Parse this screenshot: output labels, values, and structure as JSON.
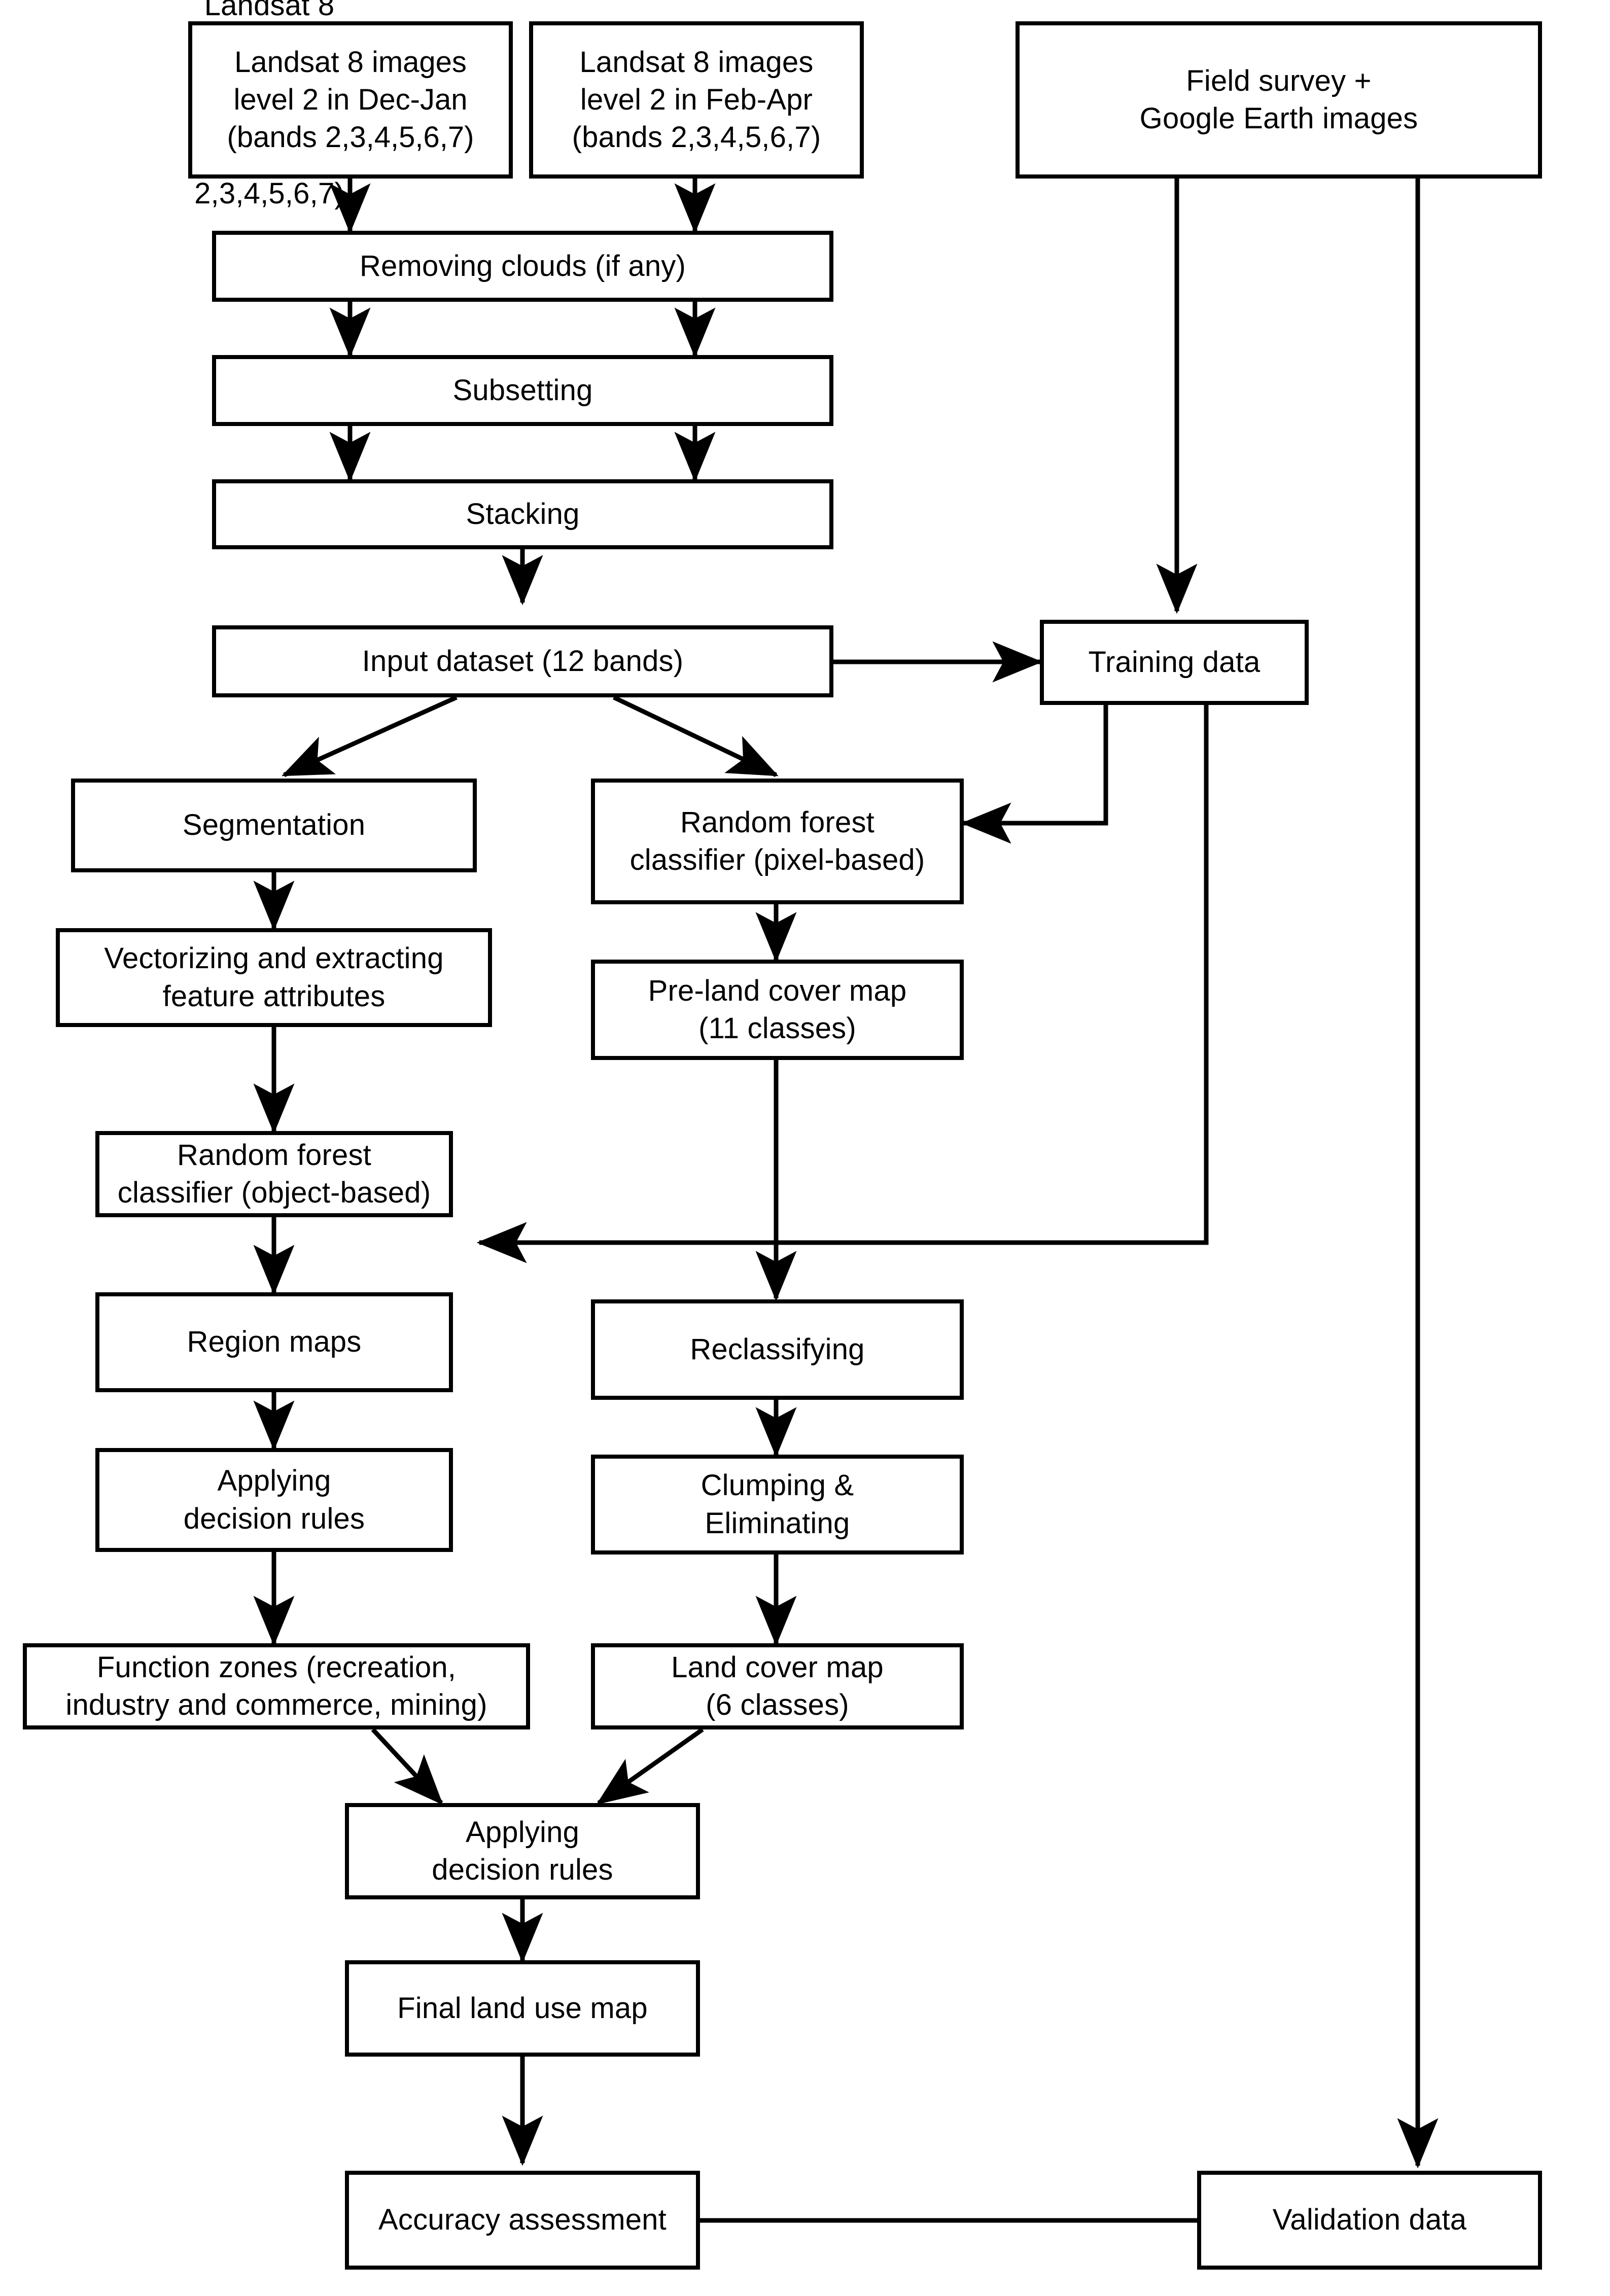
{
  "diagram": {
    "title": "Land use mapping workflow flowchart",
    "stroke_color": "#000000",
    "fill_color": "#ffffff",
    "background": "#ffffff"
  },
  "nodes": {
    "landsat_dec_jan": "Landsat 8 images\nlevel 2 in Dec-Jan\n(bands 2,3,4,5,6,7)",
    "landsat_feb_apr": "Landsat 8 images\nlevel 2 in Feb-Apr\n(bands 2,3,4,5,6,7)",
    "field_survey": "Field survey +\nGoogle Earth images",
    "removing_clouds": "Removing clouds (if any)",
    "subsetting": "Subsetting",
    "stacking": "Stacking",
    "input_dataset": "Input dataset (12 bands)",
    "training_data": "Training data",
    "segmentation": "Segmentation",
    "rf_pixel": "Random forest\nclassifier (pixel-based)",
    "vectorizing": "Vectorizing and extracting\nfeature attributes",
    "pre_land_cover": "Pre-land cover map\n(11 classes)",
    "rf_object": "Random forest\nclassifier (object-based)",
    "region_maps": "Region maps",
    "reclassifying": "Reclassifying",
    "applying_rules_left": "Applying\ndecision rules",
    "clumping": "Clumping &\nEliminating",
    "function_zones": "Function zones (recreation,\nindustry and commerce, mining)",
    "land_cover_map": "Land cover map\n(6 classes)",
    "applying_rules_merge": "Applying\ndecision rules",
    "final_land_use": "Final land use map",
    "accuracy_assessment": "Accuracy assessment",
    "validation_data": "Validation data"
  },
  "edges": [
    {
      "from": "landsat_dec_jan",
      "to": "removing_clouds",
      "kind": "arrow"
    },
    {
      "from": "landsat_feb_apr",
      "to": "removing_clouds",
      "kind": "arrow"
    },
    {
      "from": "removing_clouds",
      "to": "subsetting",
      "kind": "arrow-left"
    },
    {
      "from": "removing_clouds",
      "to": "subsetting",
      "kind": "arrow-right"
    },
    {
      "from": "subsetting",
      "to": "stacking",
      "kind": "arrow-left"
    },
    {
      "from": "subsetting",
      "to": "stacking",
      "kind": "arrow-right"
    },
    {
      "from": "stacking",
      "to": "input_dataset",
      "kind": "arrow"
    },
    {
      "from": "input_dataset",
      "to": "training_data",
      "kind": "arrow"
    },
    {
      "from": "input_dataset",
      "to": "segmentation",
      "kind": "arrow-diagonal"
    },
    {
      "from": "input_dataset",
      "to": "rf_pixel",
      "kind": "arrow-diagonal"
    },
    {
      "from": "field_survey",
      "to": "training_data",
      "kind": "arrow"
    },
    {
      "from": "field_survey",
      "to": "validation_data",
      "kind": "arrow"
    },
    {
      "from": "training_data",
      "to": "rf_pixel",
      "kind": "elbow-arrow"
    },
    {
      "from": "training_data",
      "to": "rf_object",
      "kind": "elbow-arrow"
    },
    {
      "from": "segmentation",
      "to": "vectorizing",
      "kind": "arrow"
    },
    {
      "from": "rf_pixel",
      "to": "pre_land_cover",
      "kind": "arrow"
    },
    {
      "from": "vectorizing",
      "to": "rf_object",
      "kind": "arrow"
    },
    {
      "from": "pre_land_cover",
      "to": "reclassifying",
      "kind": "arrow"
    },
    {
      "from": "rf_object",
      "to": "region_maps",
      "kind": "arrow"
    },
    {
      "from": "region_maps",
      "to": "applying_rules_left",
      "kind": "arrow"
    },
    {
      "from": "reclassifying",
      "to": "clumping",
      "kind": "arrow"
    },
    {
      "from": "applying_rules_left",
      "to": "function_zones",
      "kind": "arrow"
    },
    {
      "from": "clumping",
      "to": "land_cover_map",
      "kind": "arrow"
    },
    {
      "from": "function_zones",
      "to": "applying_rules_merge",
      "kind": "arrow-diagonal"
    },
    {
      "from": "land_cover_map",
      "to": "applying_rules_merge",
      "kind": "arrow-diagonal"
    },
    {
      "from": "applying_rules_merge",
      "to": "final_land_use",
      "kind": "arrow"
    },
    {
      "from": "final_land_use",
      "to": "accuracy_assessment",
      "kind": "arrow"
    },
    {
      "from": "validation_data",
      "to": "accuracy_assessment",
      "kind": "arrow"
    }
  ]
}
